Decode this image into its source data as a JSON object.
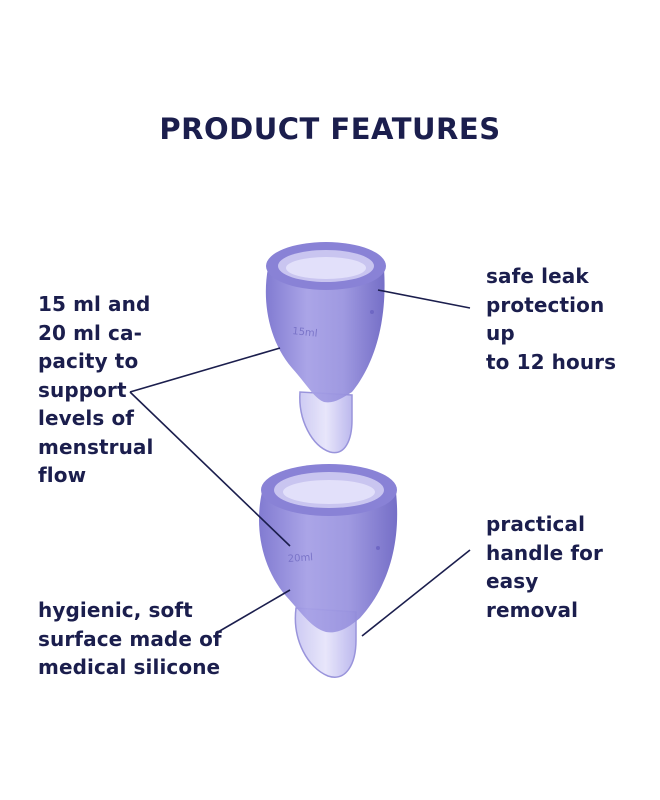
{
  "title": "PRODUCT FEATURES",
  "callouts": {
    "capacity": "15 ml and\n20 ml ca-\npacity to\nsupport\nlevels of\nmenstrual\nflow",
    "leak": "safe leak\nprotection up\nto 12 hours",
    "handle": "practical\nhandle for\neasy removal",
    "hygienic": "hygienic, soft\nsurface made of\nmedical silicone"
  },
  "cups": {
    "small_marking": "15ml",
    "large_marking": "20ml"
  },
  "colors": {
    "text": "#1b1e4d",
    "cup": "#8e88d8",
    "cup_dark": "#5f58b8",
    "leader_line": "#1b1e4d"
  }
}
